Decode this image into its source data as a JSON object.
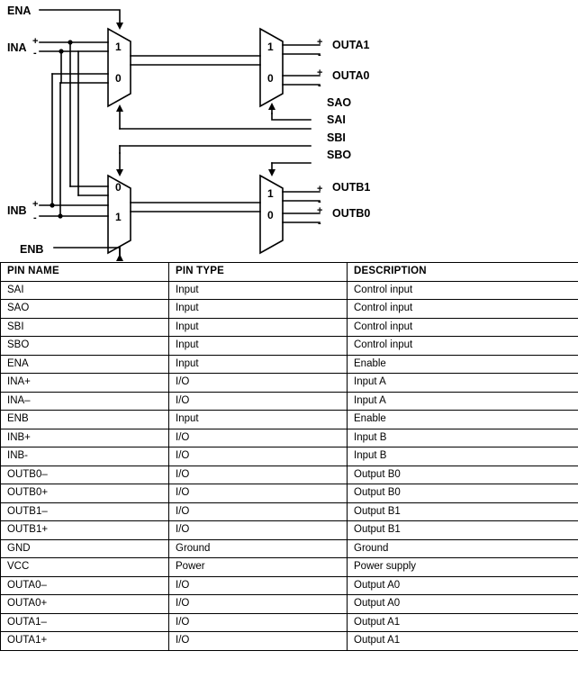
{
  "diagram": {
    "title": "functional-block-diagram",
    "labels": {
      "ena": "ENA",
      "ina": "INA",
      "inb": "INB",
      "enb": "ENB",
      "outa1": "OUTA1",
      "outa0": "OUTA0",
      "outb1": "OUTB1",
      "outb0": "OUTB0",
      "sao": "SAO",
      "sai": "SAI",
      "sbi": "SBI",
      "sbo": "SBO",
      "plus": "+",
      "minus": "-"
    },
    "mux_inputs": {
      "a1_top": "1",
      "a1_bottom": "0",
      "a2_top": "1",
      "a2_bottom": "0",
      "b1_top": "0",
      "b1_bottom": "1",
      "b2_top": "1",
      "b2_bottom": "0"
    },
    "colors": {
      "line": "#000000",
      "background": "#ffffff"
    }
  },
  "table": {
    "headers": [
      "PIN NAME",
      "PIN TYPE",
      "DESCRIPTION"
    ],
    "rows": [
      [
        "SAI",
        "Input",
        "Control input"
      ],
      [
        "SAO",
        "Input",
        "Control input"
      ],
      [
        "SBI",
        "Input",
        "Control input"
      ],
      [
        "SBO",
        "Input",
        "Control input"
      ],
      [
        "ENA",
        "Input",
        "Enable"
      ],
      [
        "INA+",
        "I/O",
        "Input A"
      ],
      [
        "INA–",
        "I/O",
        "Input A"
      ],
      [
        "ENB",
        "Input",
        "Enable"
      ],
      [
        "INB+",
        "I/O",
        "Input B"
      ],
      [
        "INB-",
        "I/O",
        "Input B"
      ],
      [
        "OUTB0–",
        "I/O",
        "Output B0"
      ],
      [
        "OUTB0+",
        "I/O",
        "Output B0"
      ],
      [
        "OUTB1–",
        "I/O",
        "Output B1"
      ],
      [
        "OUTB1+",
        "I/O",
        "Output B1"
      ],
      [
        "GND",
        "Ground",
        "Ground"
      ],
      [
        "VCC",
        "Power",
        "Power supply"
      ],
      [
        "OUTA0–",
        "I/O",
        "Output A0"
      ],
      [
        "OUTA0+",
        "I/O",
        "Output A0"
      ],
      [
        "OUTA1–",
        "I/O",
        "Output A1"
      ],
      [
        "OUTA1+",
        "I/O",
        "Output A1"
      ]
    ]
  }
}
